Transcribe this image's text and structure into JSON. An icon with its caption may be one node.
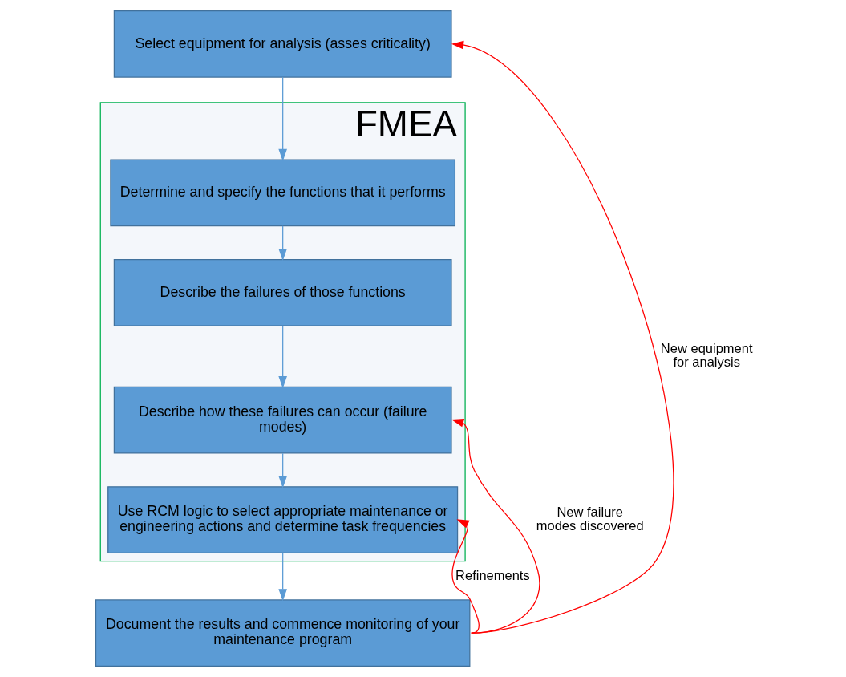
{
  "diagram": {
    "nodes": [
      {
        "text": [
          "Select equipment for analysis (asses criticality)"
        ]
      },
      {
        "text": [
          "FMEA"
        ]
      },
      {
        "text": [
          "Determine and specify the functions that it performs"
        ],
        "in": 1
      },
      {
        "text": [
          "Describe the failures of those functions"
        ],
        "in": 1
      },
      {
        "text": [
          "Describe how these failures can occur (failure modes)"
        ],
        "in": 1
      },
      {
        "text": [
          "Use RCM logic to select appropriate maintenance or engineering actions and determine task frequencies"
        ],
        "in": 1
      },
      {
        "text": [
          "Document the results and commence monitoring of your maintenance program"
        ]
      }
    ],
    "edges": [
      {
        "from": 0,
        "to": 2,
        "arrow": "to"
      },
      {
        "from": 2,
        "to": 3,
        "arrow": "to"
      },
      {
        "from": 3,
        "to": 4,
        "arrow": "to"
      },
      {
        "from": 4,
        "to": 5,
        "arrow": "to"
      },
      {
        "from": 5,
        "to": 6,
        "arrow": "to"
      },
      {
        "from": 6,
        "to": 0,
        "arrow": "to",
        "label": "New equipment for analysis",
        "color": "#ff0000"
      },
      {
        "from": 6,
        "to": 4,
        "arrow": "to",
        "label": "New failure modes discovered",
        "color": "#ff0000"
      },
      {
        "from": 6,
        "to": 5,
        "arrow": "to",
        "label": "Refinements",
        "color": "#ff0000"
      }
    ]
  }
}
